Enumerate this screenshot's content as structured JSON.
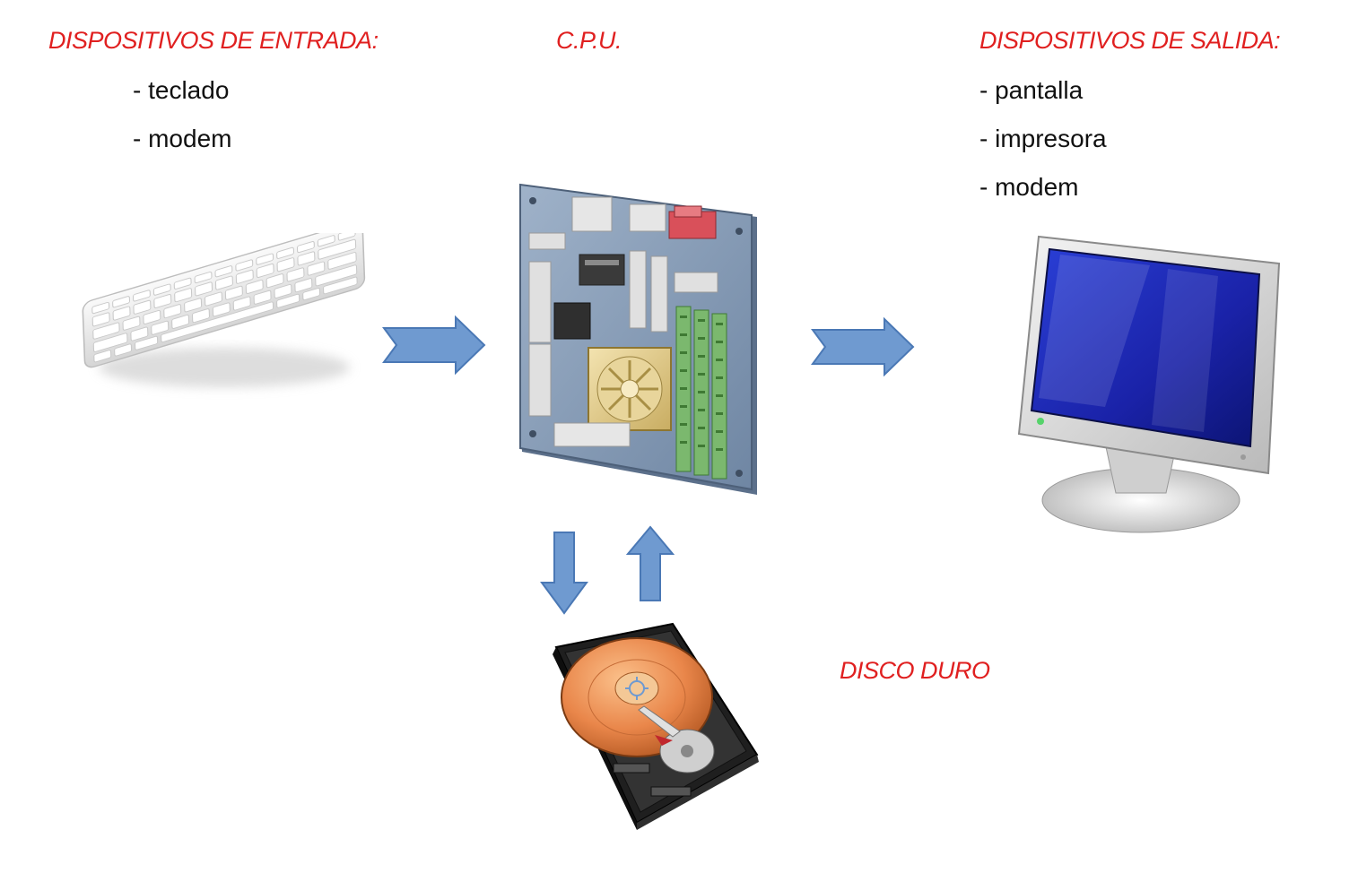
{
  "input": {
    "title": "DISPOSITIVOS DE ENTRADA:",
    "items": [
      "- teclado",
      "- modem"
    ]
  },
  "cpu": {
    "title": "C.P.U."
  },
  "output": {
    "title": "DISPOSITIVOS DE SALIDA:",
    "items": [
      "- pantalla",
      "- impresora",
      "- modem"
    ]
  },
  "storage": {
    "title": "DISCO DURO"
  },
  "colors": {
    "title_red": "#e02020",
    "arrow_fill": "#6f9ad0",
    "arrow_stroke": "#4a78b5"
  },
  "icons": [
    "keyboard-icon",
    "motherboard-icon",
    "monitor-icon",
    "hard-disk-icon"
  ]
}
